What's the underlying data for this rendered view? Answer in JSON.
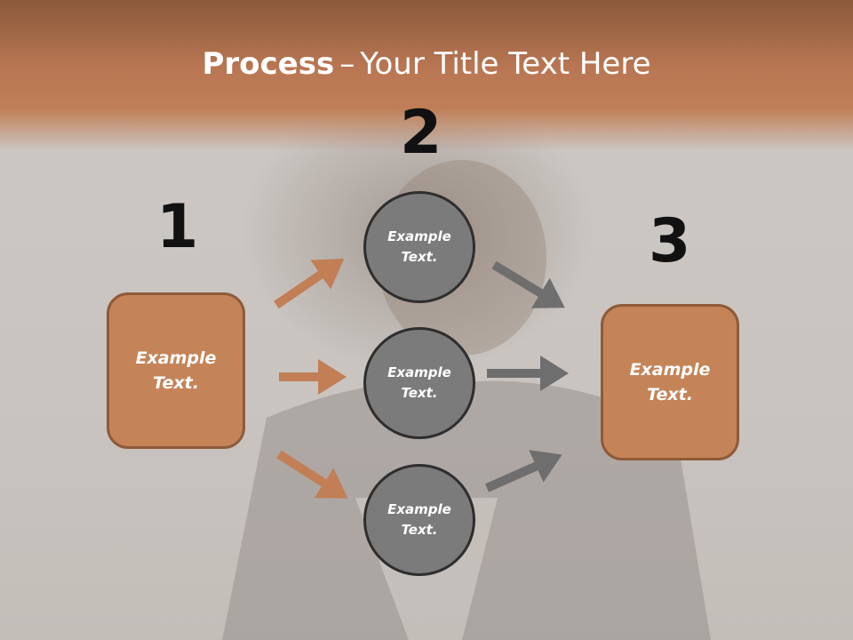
{
  "slide": {
    "title_bold": "Process",
    "title_sep": "–",
    "title_rest": "Your Title Text Here",
    "colors": {
      "header": "#b97652",
      "box_fill": "#c48458",
      "circle_fill": "#7b7b7b",
      "arrow_orange": "#c27e55",
      "arrow_gray": "#6e6e6e"
    }
  },
  "numbers": [
    "1",
    "2",
    "3"
  ],
  "left_box": {
    "line1": "Example",
    "line2": "Text."
  },
  "right_box": {
    "line1": "Example",
    "line2": "Text."
  },
  "circles": [
    {
      "line1": "Example",
      "line2": "Text."
    },
    {
      "line1": "Example",
      "line2": "Text."
    },
    {
      "line1": "Example",
      "line2": "Text."
    }
  ]
}
